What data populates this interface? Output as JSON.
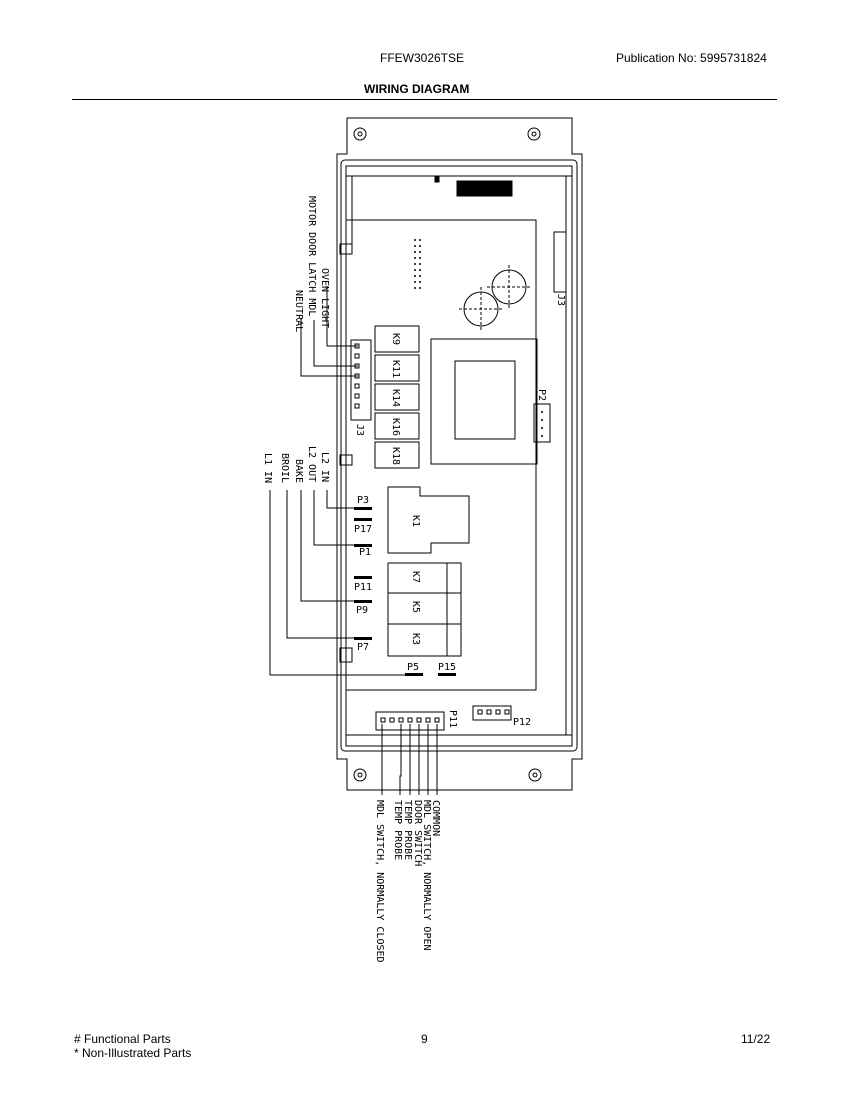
{
  "header": {
    "model": "FFEW3026TSE",
    "publication": "Publication No:  5995731824",
    "title": "WIRING DIAGRAM"
  },
  "diagram": {
    "left_labels": {
      "motor_door_latch": "MOTOR DOOR LATCH MDL",
      "oven_light": "OVEN LIGHT",
      "neutral": "NEUTRAL",
      "l2_in": "L2 IN",
      "l2_out": "L2 OUT",
      "bake": "BAKE",
      "broil": "BROIL",
      "l1_in": "L1 IN"
    },
    "relays": [
      "K9",
      "K11",
      "K14",
      "K16",
      "K18"
    ],
    "relays_lower": [
      "K1",
      "K7",
      "K5",
      "K3"
    ],
    "connectors": {
      "j3_left": "J3",
      "j3_right": "J3",
      "p2": "P2",
      "p3": "P3",
      "p17": "P17",
      "p1": "P1",
      "p11": "P11",
      "p9": "P9",
      "p7": "P7",
      "p5": "P5",
      "p15": "P15",
      "p11_bottom": "P11",
      "p12": "P12"
    },
    "bottom_labels": [
      "MDL SWITCH, NORMALLY CLOSED",
      "TEMP PROBE",
      "TEMP PROBE",
      "DOOR SWITCH",
      "MDL SWITCH, NORMALLY OPEN",
      "COMMON"
    ]
  },
  "footer": {
    "functional": "# Functional Parts",
    "non_illustrated": "* Non-Illustrated Parts",
    "page": "9",
    "date": "11/22"
  }
}
